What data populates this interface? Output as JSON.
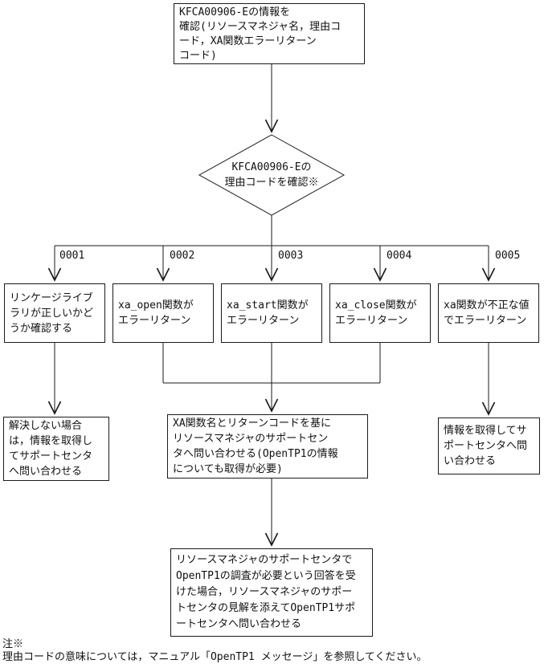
{
  "flowchart": {
    "start": {
      "text": "KFCA00906-Eの情報を\n確認(リソースマネジャ名，理由コ\nード，XA関数エラーリターン\nコード)"
    },
    "decision": {
      "text": "KFCA00906-Eの\n理由コードを確認※"
    },
    "branches": [
      {
        "label": "0001",
        "text": "リンケージライブ\nラリが正しいかど\nうか確認する"
      },
      {
        "label": "0002",
        "text": "xa_open関数が\nエラーリターン"
      },
      {
        "label": "0003",
        "text": "xa_start関数が\nエラーリターン"
      },
      {
        "label": "0004",
        "text": "xa_close関数が\nエラーリターン"
      },
      {
        "label": "0005",
        "text": "xa関数が不正な値\nでエラーリターン"
      }
    ],
    "results": {
      "left": "解決しない場合\nは，情報を取得し\nてサポートセンタ\nへ問い合わせる",
      "middle": "XA関数名とリターンコードを基に\nリソースマネジャのサポートセン\nタへ問い合わせる(OpenTP1の情報\nについても取得が必要)",
      "right": "情報を取得してサ\nポートセンタへ問\nい合わせる",
      "final": "リソースマネジャのサポートセンタで\nOpenTP1の調査が必要という回答を受\nけた場合，リソースマネジャのサポー\nトセンタの見解を添えてOpenTP1サポ\nートセンタへ問い合わせる"
    },
    "note": {
      "label": "注※",
      "text": "理由コードの意味については，マニュアル「OpenTP1 メッセージ」を参照してください。"
    },
    "colors": {
      "line": "#1a1a1a",
      "background": "#ffffff"
    }
  }
}
